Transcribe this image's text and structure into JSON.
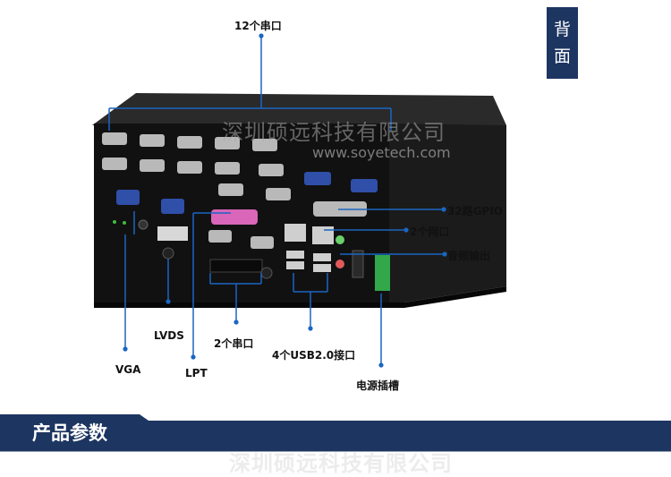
{
  "side_tab": {
    "chars": [
      "背",
      "面"
    ]
  },
  "labels": {
    "serial12": "12个串口",
    "gpio": "32路GPIO",
    "lan": "2个网口",
    "audio": "音频输出",
    "lvds": "LVDS",
    "vga": "VGA",
    "lpt": "LPT",
    "serial2": "2个串口",
    "usb": "4个USB2.0接口",
    "power": "电源插槽"
  },
  "watermark": {
    "company": "深圳硕远科技有限公司",
    "url": "www.soyetech.com"
  },
  "footer": {
    "title": "产品参数"
  },
  "colors": {
    "accent_line": "#1a66c2",
    "navy": "#1d3561",
    "chassis": "#121212",
    "db9_blue": "#2f4fa8",
    "db9_silver": "#b9b9b9",
    "lpt_pink": "#d966b8"
  }
}
